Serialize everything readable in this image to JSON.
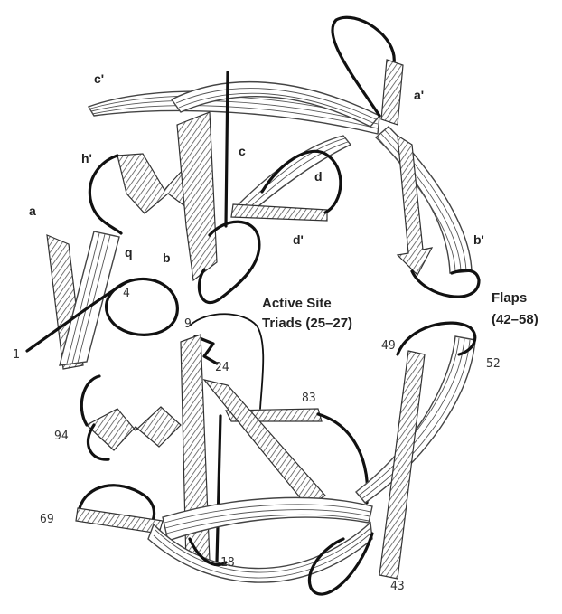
{
  "labels": {
    "strands": {
      "c_prime": "c'",
      "a_prime": "a'",
      "c": "c",
      "h_prime": "h'",
      "d": "d",
      "a": "a",
      "q": "q",
      "b": "b",
      "d_prime": "d'",
      "b_prime": "b'"
    },
    "annotations": {
      "active_site_line1": "Active Site",
      "active_site_line2": "Triads (25–27)",
      "flaps_line1": "Flaps",
      "flaps_line2": "(42–58)"
    },
    "residues": {
      "r1": "1",
      "r4": "4",
      "r9": "9",
      "r24": "24",
      "r83": "83",
      "r49": "49",
      "r52": "52",
      "r94": "94",
      "r69": "69",
      "r18": "18",
      "r43": "43"
    }
  },
  "colors": {
    "ink": "#111111",
    "hatch": "#555555",
    "background": "#ffffff"
  }
}
